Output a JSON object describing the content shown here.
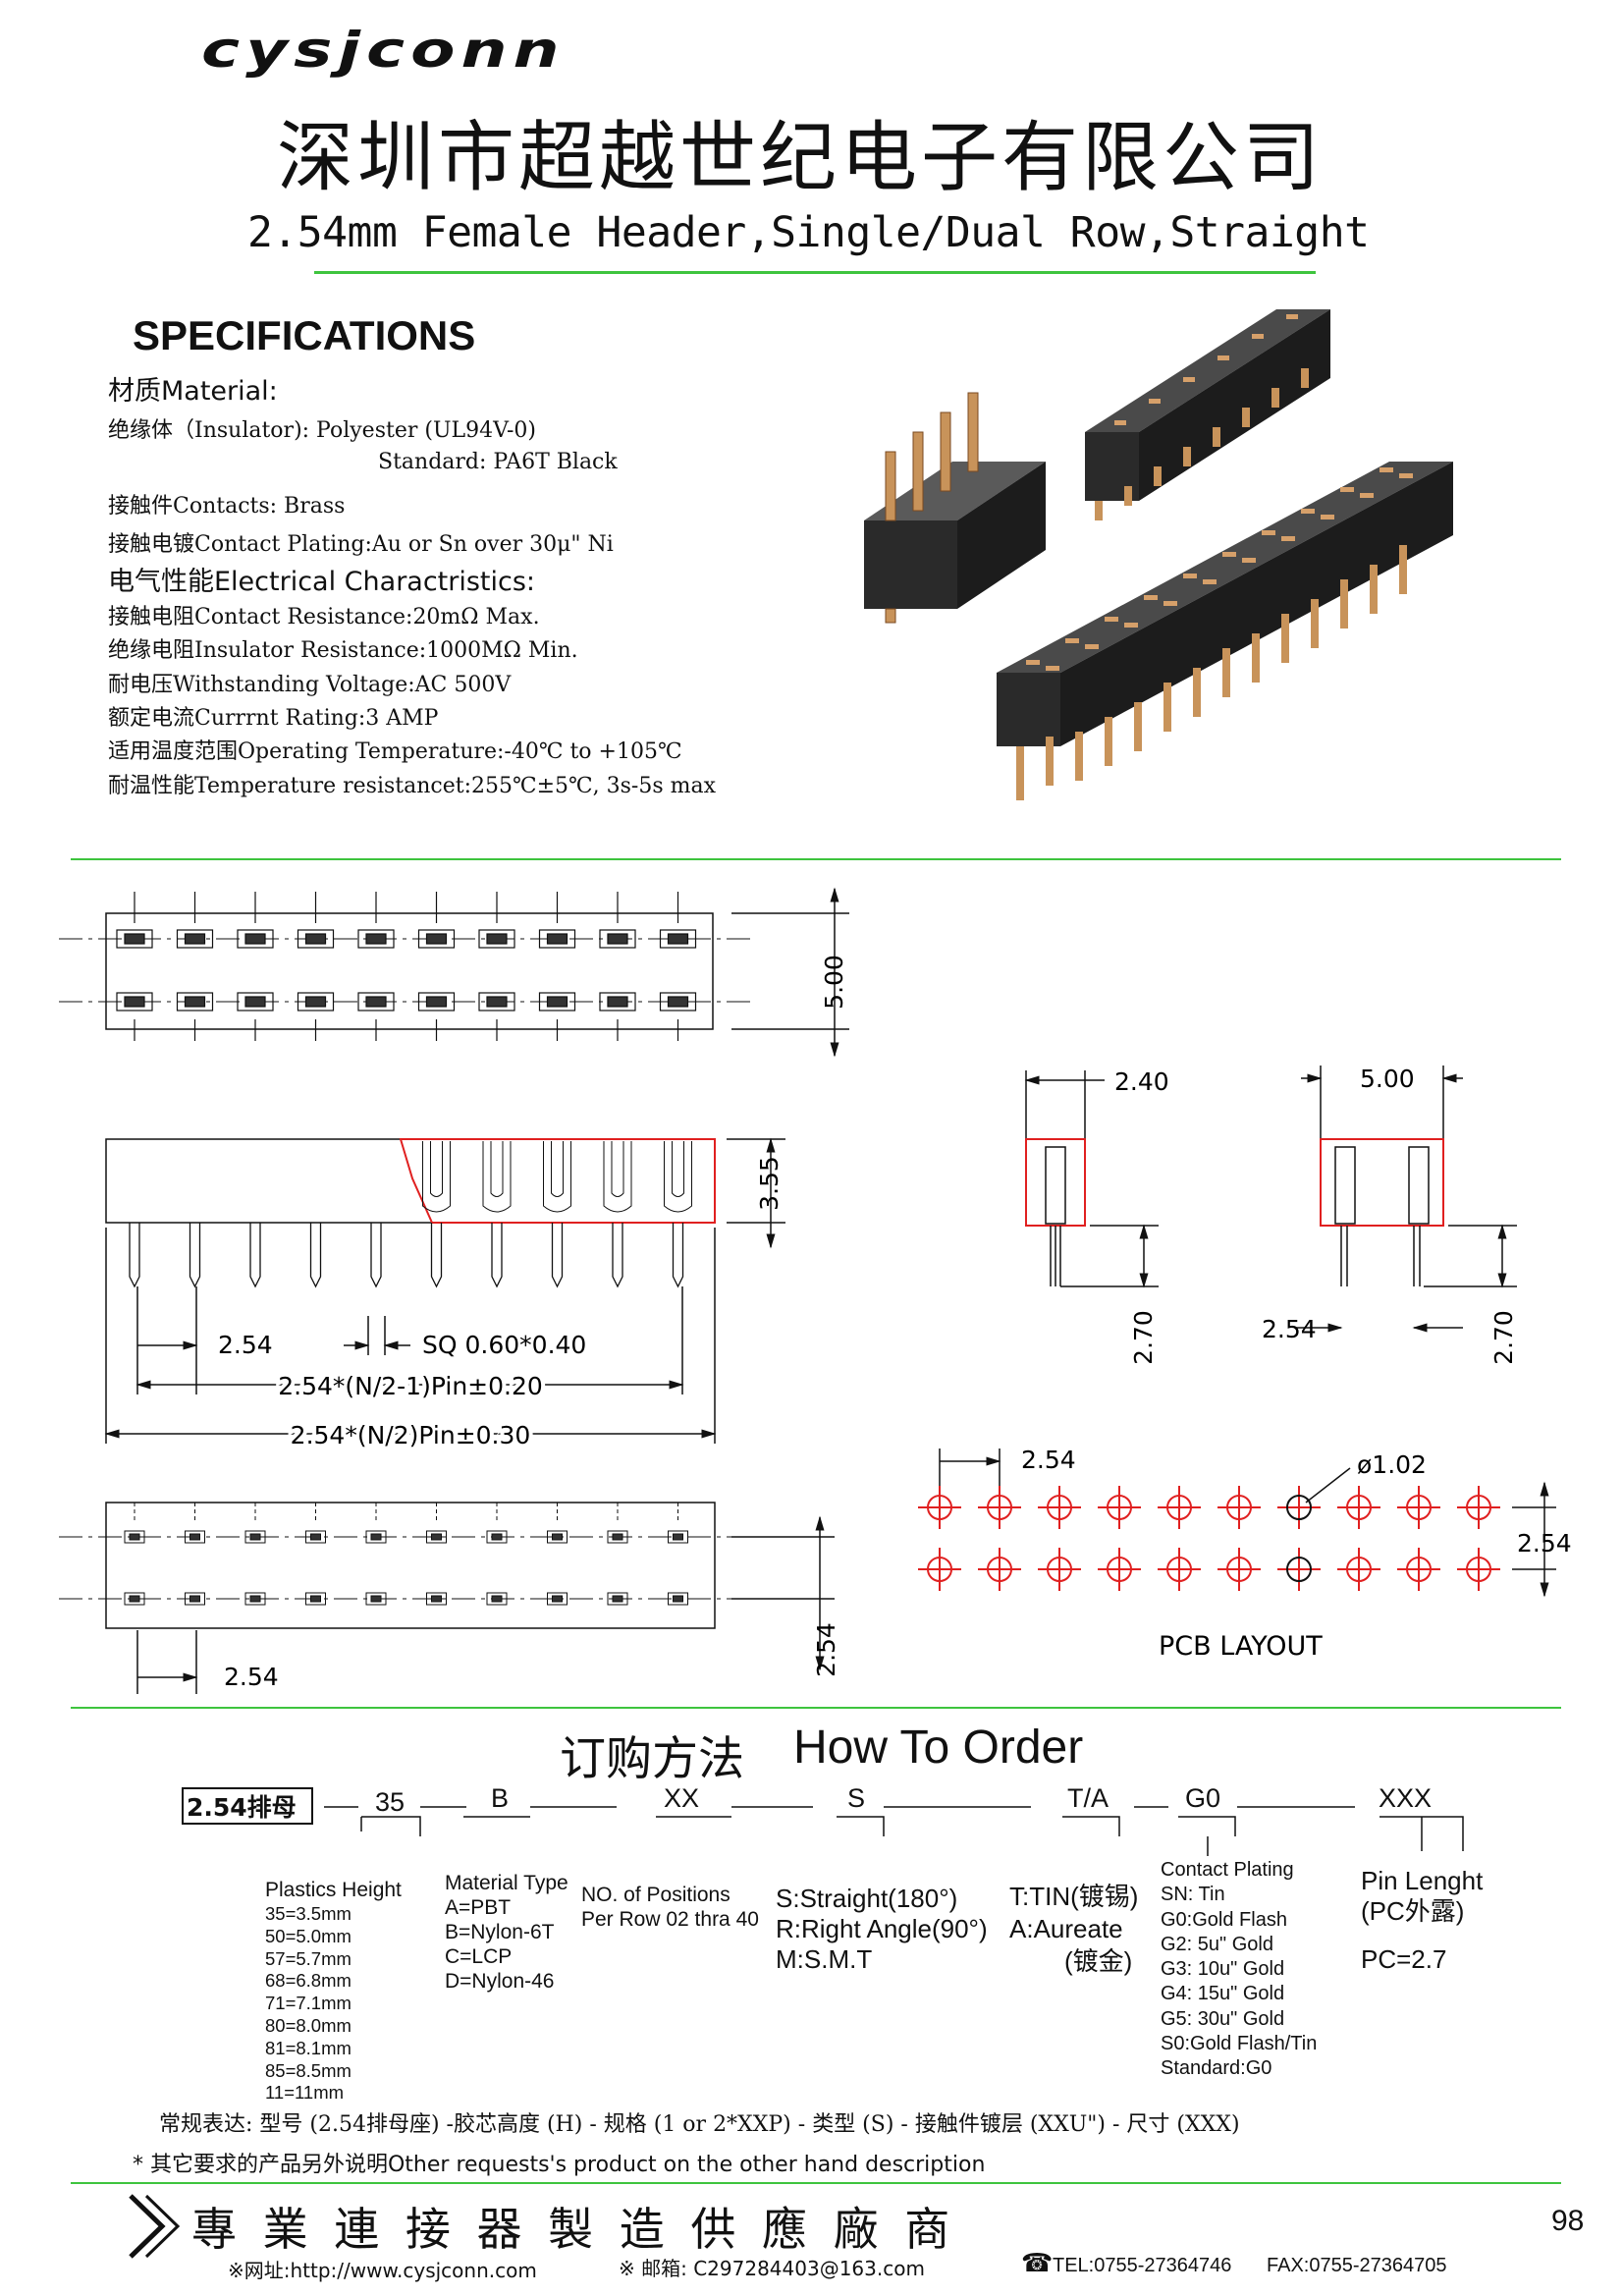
{
  "header": {
    "logo_text": "cysjconn",
    "company_cn": "深圳市超越世纪电子有限公司",
    "product_title": "2.54mm Female Header,Single/Dual Row,Straight"
  },
  "specs": {
    "heading": "SPECIFICATIONS",
    "material_heading": "材质Material:",
    "insulator": "绝缘体（Insulator): Polyester (UL94V-0)",
    "insulator_standard": "Standard: PA6T Black",
    "contacts": "接触件Contacts: Brass",
    "plating": "接触电镀Contact Plating:Au or Sn over 30μ\" Ni",
    "electrical_heading": "电气性能Electrical Charactristics:",
    "contact_resistance": "接触电阻Contact Resistance:20mΩ Max.",
    "insulator_resistance": "绝缘电阻Insulator Resistance:1000MΩ Min.",
    "withstanding_voltage": "耐电压Withstanding Voltage:AC 500V",
    "current_rating": "额定电流Currrnt Rating:3 AMP",
    "operating_temp": "适用温度范围Operating Temperature:-40℃ to +105℃",
    "temp_resistance": "耐温性能Temperature resistancet:255℃±5℃, 3s-5s max"
  },
  "drawing": {
    "dim_5_00": "5.00",
    "dim_3_55": "3.55",
    "dim_2_54": "2.54",
    "dim_2_40": "2.40",
    "dim_2_70": "2.70",
    "dim_phi": "ø1.02",
    "sq_label": "SQ 0.60*0.40",
    "n2_minus1": "2.54*(N/2-1)Pin±0.20",
    "n2": "2.54*(N/2)Pin±0.30",
    "pcb_layout": "PCB LAYOUT"
  },
  "order": {
    "title_cn": "订购方法",
    "title_en": "How To Order",
    "part_prefix": "2.54排母",
    "codes": [
      "35",
      "B",
      "XX",
      "S",
      "T/A",
      "G0",
      "XXX"
    ],
    "plastics_height_title": "Plastics Height",
    "plastics_heights": [
      "35=3.5mm",
      "50=5.0mm",
      "57=5.7mm",
      "68=6.8mm",
      "71=7.1mm",
      "80=8.0mm",
      "81=8.1mm",
      "85=8.5mm",
      "11=11mm"
    ],
    "material_type_title": "Material Type",
    "material_types": [
      "A=PBT",
      "B=Nylon-6T",
      "C=LCP",
      "D=Nylon-46"
    ],
    "positions_line1": "NO. of Positions",
    "positions_line2": "Per Row 02 thra 40",
    "type_lines": [
      "S:Straight(180°)",
      "R:Right Angle(90°)",
      "M:S.M.T"
    ],
    "tin_line": "T:TIN(镀锡)",
    "aureate_line": "A:Aureate",
    "aureate_cn": "(镀金)",
    "plating_title": "Contact Plating",
    "plating_options": [
      "SN: Tin",
      "G0:Gold Flash",
      "G2: 5u\" Gold",
      "G3: 10u\" Gold",
      "G4: 15u\" Gold",
      "G5: 30u\" Gold",
      "S0:Gold Flash/Tin",
      "Standard:G0"
    ],
    "pin_length_title": "Pin Lenght",
    "pin_length_cn": "(PC外露)",
    "pin_length_value": "PC=2.7",
    "regular_expression": "常规表达: 型号 (2.54排母座) -胶芯高度 (H) - 规格 (1 or 2*XXP) - 类型 (S) - 接触件镀层 (XXU\") - 尺寸 (XXX)",
    "other_requests": "* 其它要求的产品另外说明Other requests's product on the other hand description"
  },
  "footer": {
    "slogan": "專 業 連 接 器 製 造 供 應 廠 商",
    "page_number": "98",
    "website": "※网址:http://www.cysjconn.com",
    "email": "※ 邮箱: C297284403@163.com",
    "tel": "TEL:0755-27364746",
    "fax": "FAX:0755-27364705"
  }
}
